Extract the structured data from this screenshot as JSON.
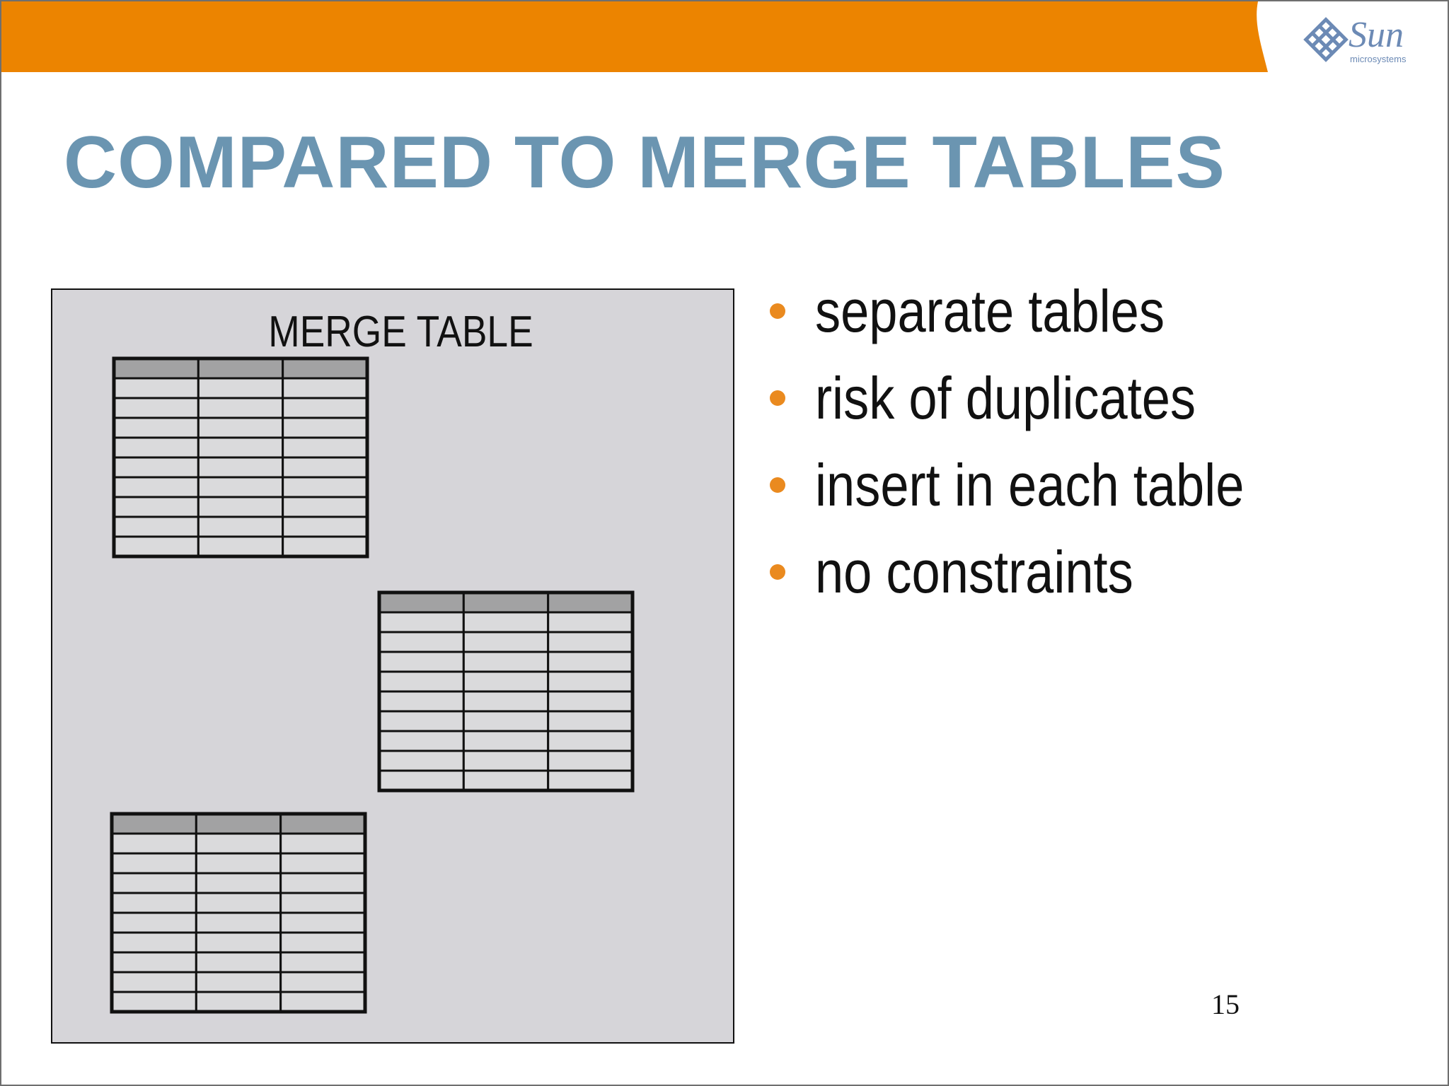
{
  "colors": {
    "top_bar": "#ec8400",
    "title": "#6b95b1",
    "bullet": "#ea8a1f",
    "diagram_bg": "#d6d5d9",
    "table_header": "#a2a2a3",
    "table_cell": "#dadadc",
    "logo": "#6c8ab5"
  },
  "logo": {
    "icon": "sun-diamond-icon",
    "wordmark": "Sun",
    "tagline": "microsystems"
  },
  "slide": {
    "title": "COMPARED TO MERGE TABLES",
    "diagram": {
      "label": "MERGE TABLE",
      "tables": [
        {
          "name": "table-1",
          "columns": 3,
          "header_rows": 1,
          "body_rows": 9
        },
        {
          "name": "table-2",
          "columns": 3,
          "header_rows": 1,
          "body_rows": 9
        },
        {
          "name": "table-3",
          "columns": 3,
          "header_rows": 1,
          "body_rows": 9
        }
      ]
    },
    "bullets": [
      "separate tables",
      "risk of duplicates",
      "insert in each table",
      "no constraints"
    ],
    "page_number": "15"
  }
}
